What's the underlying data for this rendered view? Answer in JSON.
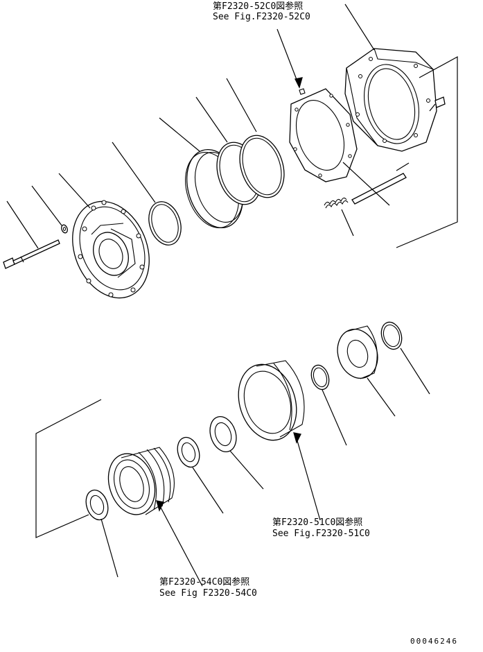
{
  "references": {
    "top": {
      "ja": "第F2320-52C0図参照",
      "en": "See Fig.F2320-52C0"
    },
    "middle": {
      "ja": "第F2320-51C0図参照",
      "en": "See Fig.F2320-51C0"
    },
    "bottom": {
      "ja": "第F2320-54C0図参照",
      "en": "See Fig F2320-54C0"
    }
  },
  "drawing_code": "00046246"
}
